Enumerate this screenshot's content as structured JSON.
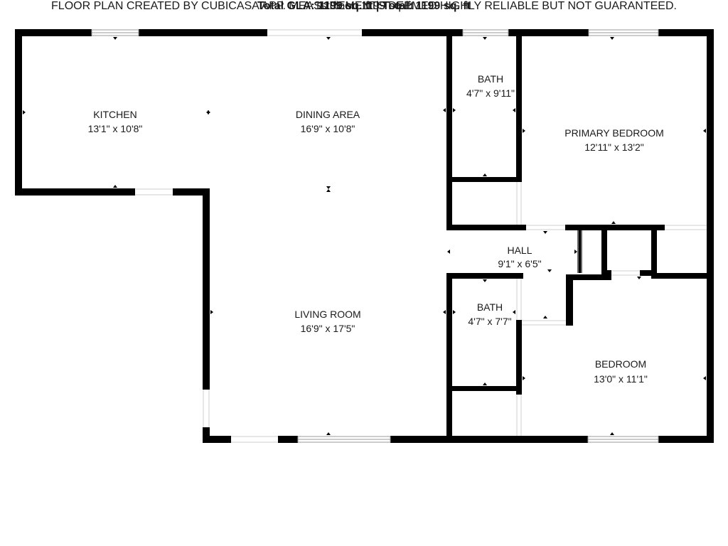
{
  "rooms": [
    {
      "id": "kitchen",
      "name": "KITCHEN",
      "dims": "13'1\" x 10'8\""
    },
    {
      "id": "dining-area",
      "name": "DINING AREA",
      "dims": "16'9\" x 10'8\""
    },
    {
      "id": "bath-upper",
      "name": "BATH",
      "dims": "4'7\" x 9'11\""
    },
    {
      "id": "primary-bedroom",
      "name": "PRIMARY BEDROOM",
      "dims": "12'11\" x 13'2\""
    },
    {
      "id": "hall",
      "name": "HALL",
      "dims": "9'1\" x 6'5\""
    },
    {
      "id": "living-room",
      "name": "LIVING ROOM",
      "dims": "16'9\" x 17'5\""
    },
    {
      "id": "bath-lower",
      "name": "BATH",
      "dims": "4'7\" x 7'7\""
    },
    {
      "id": "bedroom",
      "name": "BEDROOM",
      "dims": "13'0\" x 11'1\""
    }
  ],
  "summary": {
    "total_gla_label": "Total GLA:",
    "total_gla_value": "1199 sq. ft",
    "separator": "|",
    "total_label": "Total:",
    "total_value": "1199 sq. ft",
    "floor_line": "1st floor: 1199 sq. ft",
    "disclaimer": "FLOOR PLAN CREATED BY CUBICASA APP. MEASUREMENTS DEEMED HIGHLY RELIABLE BUT NOT GUARANTEED."
  },
  "colors": {
    "wall": "#000000",
    "window": "#999999",
    "background": "#ffffff"
  }
}
